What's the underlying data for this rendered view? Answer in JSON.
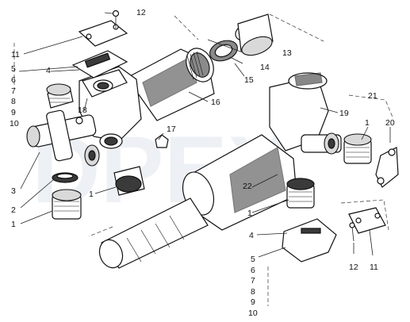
{
  "watermark": "DPEX",
  "callouts": [
    {
      "id": "c1a",
      "text": "1"
    },
    {
      "id": "c1b",
      "text": "1"
    },
    {
      "id": "c1c",
      "text": "1"
    },
    {
      "id": "c1d",
      "text": "1"
    },
    {
      "id": "c2",
      "text": "2"
    },
    {
      "id": "c3",
      "text": "3"
    },
    {
      "id": "c4a",
      "text": "4"
    },
    {
      "id": "c4b",
      "text": "4"
    },
    {
      "id": "c5a",
      "text": "5"
    },
    {
      "id": "c6a",
      "text": "6"
    },
    {
      "id": "c7a",
      "text": "7"
    },
    {
      "id": "c8a",
      "text": "8"
    },
    {
      "id": "c9a",
      "text": "9"
    },
    {
      "id": "c10a",
      "text": "10"
    },
    {
      "id": "c5b",
      "text": "5"
    },
    {
      "id": "c6b",
      "text": "6"
    },
    {
      "id": "c7b",
      "text": "7"
    },
    {
      "id": "c8b",
      "text": "8"
    },
    {
      "id": "c9b",
      "text": "9"
    },
    {
      "id": "c10b",
      "text": "10"
    },
    {
      "id": "c11a",
      "text": "11"
    },
    {
      "id": "c11b",
      "text": "11"
    },
    {
      "id": "c12a",
      "text": "12"
    },
    {
      "id": "c12b",
      "text": "12"
    },
    {
      "id": "c13",
      "text": "13"
    },
    {
      "id": "c14",
      "text": "14"
    },
    {
      "id": "c15",
      "text": "15"
    },
    {
      "id": "c16",
      "text": "16"
    },
    {
      "id": "c17",
      "text": "17"
    },
    {
      "id": "c18",
      "text": "18"
    },
    {
      "id": "c19",
      "text": "19"
    },
    {
      "id": "c20",
      "text": "20"
    },
    {
      "id": "c21",
      "text": "21"
    },
    {
      "id": "c22",
      "text": "22"
    }
  ]
}
